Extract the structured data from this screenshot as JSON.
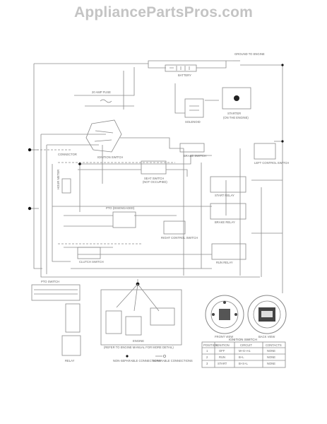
{
  "watermark": "AppliancePartsPros.com",
  "labels": {
    "ground_to_engine": "GROUND TO ENGINE",
    "battery": "BATTERY",
    "fuse": "20 AMP FUSE",
    "starter": "STARTER",
    "starter_sub": "(ON THE ENGINE)",
    "solenoid": "SOLENOID",
    "ignition_switch": "IGNITION SWITCH",
    "connector": "CONNECTOR",
    "brake_switch": "BRAKE SWITCH",
    "left_control_switch": "LEFT CONTROL SWITCH",
    "seat_switch": "SEAT SWITCH",
    "seat_switch_sub": "(NOT OCCUPIED)",
    "pto_engaged": "PTO (DISENGAGED)",
    "right_control_switch": "RIGHT CONTROL SWITCH",
    "start_relay": "START RELAY",
    "run_relay": "RUN RELAY",
    "brake_relay": "BRAKE RELAY",
    "pto_switch": "PTO SWITCH",
    "clutch_switch": "CLUTCH SWITCH",
    "engine_plug": "ENGINE",
    "engine_note": "(REFER TO ENGINE MANUAL FOR MORE DETAIL)",
    "non_separable": "NON-SEPARABLE CONNECTIONS",
    "separable": "SEPARABLE CONNECTIONS",
    "front_view": "FRONT VIEW",
    "back_view": "BACK VIEW",
    "ignition_table_title": "IGNITION SWITCH",
    "relay_label": "RELAY",
    "hour_meter": "HOUR METER"
  },
  "ignition_table": {
    "headers": [
      "POSITION",
      "IGNITION",
      "CIRCUIT",
      "CONTACTS"
    ],
    "rows": [
      [
        "1",
        "OFF",
        "M+G+A1",
        "NONE"
      ],
      [
        "2",
        "RUN",
        "B+L",
        "NONE"
      ],
      [
        "3",
        "START",
        "B+S+L",
        "NONE"
      ]
    ]
  }
}
